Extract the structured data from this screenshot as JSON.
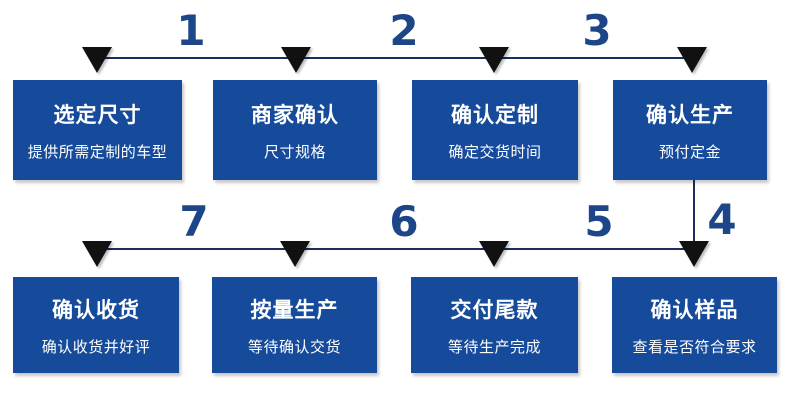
{
  "colors": {
    "box_background": "#164a9b",
    "box_text": "#ffffff",
    "connector_line": "#172f5d",
    "sequence_number": "#1d4689",
    "arrow": "#111111",
    "page_background": "#ffffff"
  },
  "sequence_numbers": {
    "top_left_to_right": [
      "1",
      "2",
      "3"
    ],
    "vertical": "4",
    "bottom_left_to_right": [
      "7",
      "6",
      "5"
    ]
  },
  "top_row": {
    "boxes": [
      {
        "title": "选定尺寸",
        "subtitle": "提供所需定制的车型"
      },
      {
        "title": "商家确认",
        "subtitle": "尺寸规格"
      },
      {
        "title": "确认定制",
        "subtitle": "确定交货时间"
      },
      {
        "title": "确认生产",
        "subtitle": "预付定金"
      }
    ]
  },
  "bottom_row": {
    "boxes": [
      {
        "title": "确认收货",
        "subtitle": "确认收货并好评"
      },
      {
        "title": "按量生产",
        "subtitle": "等待确认交货"
      },
      {
        "title": "交付尾款",
        "subtitle": "等待生产完成"
      },
      {
        "title": "确认样品",
        "subtitle": "查看是否符合要求"
      }
    ]
  }
}
